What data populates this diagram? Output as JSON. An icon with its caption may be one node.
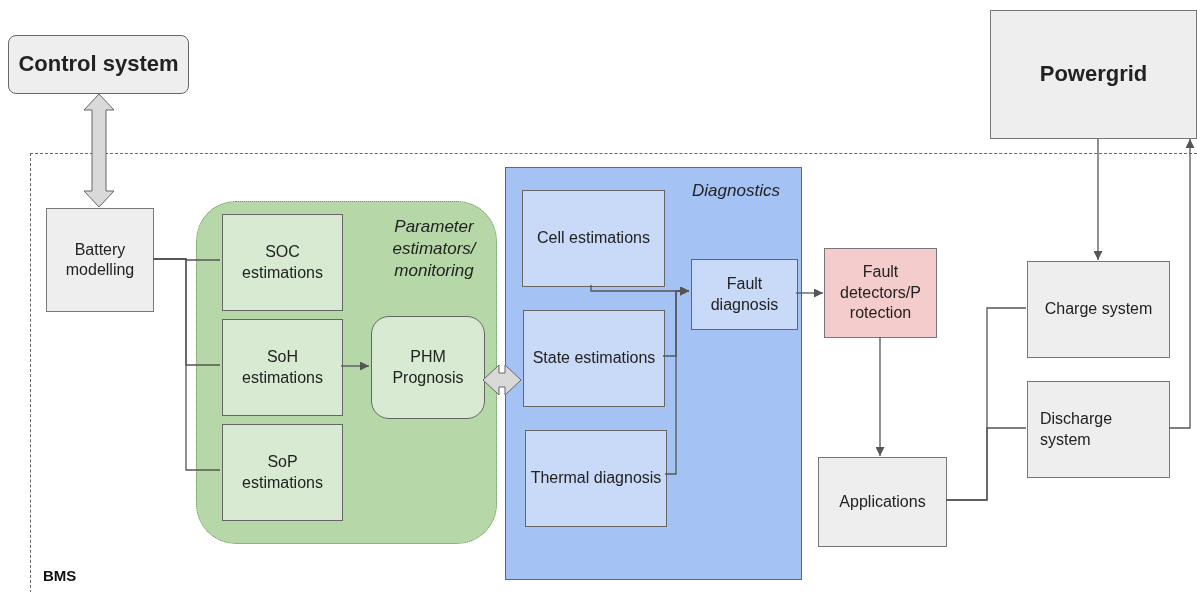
{
  "diagram": {
    "nodes": [
      {
        "text": [
          "Control system"
        ]
      },
      {
        "text": [
          "Powergrid"
        ]
      },
      {
        "text": [
          "BMS"
        ]
      },
      {
        "text": [
          "Battery modelling"
        ],
        "in": 2
      },
      {
        "text": [
          "Parameter estimators/ monitoring"
        ],
        "in": 2
      },
      {
        "text": [
          "SOC estimations"
        ],
        "in": 4
      },
      {
        "text": [
          "SoH estimations"
        ],
        "in": 4
      },
      {
        "text": [
          "SoP estimations"
        ],
        "in": 4
      },
      {
        "text": [
          "PHM Prognosis"
        ],
        "in": 4
      },
      {
        "text": [
          "Diagnostics"
        ],
        "in": 2
      },
      {
        "text": [
          "Cell estimations"
        ],
        "in": 9
      },
      {
        "text": [
          "State estimations"
        ],
        "in": 9
      },
      {
        "text": [
          "Thermal diagnosis"
        ],
        "in": 9
      },
      {
        "text": [
          "Fault diagnosis"
        ],
        "in": 9
      },
      {
        "text": [
          "Fault detectors/P rotection"
        ],
        "in": 2
      },
      {
        "text": [
          "Applications"
        ],
        "in": 2
      },
      {
        "text": [
          "Charge system"
        ],
        "in": 2
      },
      {
        "text": [
          "Discharge system"
        ],
        "in": 2
      }
    ],
    "edges": [
      {
        "from": 0,
        "to": 3,
        "arrow": "both",
        "style": "thick"
      },
      {
        "from": 3,
        "to": 5,
        "arrow": "none"
      },
      {
        "from": 3,
        "to": 6,
        "arrow": "none"
      },
      {
        "from": 3,
        "to": 7,
        "arrow": "none"
      },
      {
        "from": 6,
        "to": 8,
        "arrow": "to"
      },
      {
        "from": 8,
        "to": 11,
        "arrow": "both",
        "style": "thick"
      },
      {
        "from": 10,
        "to": 13,
        "arrow": "to"
      },
      {
        "from": 11,
        "to": 13,
        "arrow": "to"
      },
      {
        "from": 12,
        "to": 13,
        "arrow": "to"
      },
      {
        "from": 13,
        "to": 14,
        "arrow": "to"
      },
      {
        "from": 14,
        "to": 15,
        "arrow": "to"
      },
      {
        "from": 1,
        "to": 16,
        "arrow": "to"
      },
      {
        "from": 15,
        "to": 16,
        "arrow": "none"
      },
      {
        "from": 15,
        "to": 17,
        "arrow": "none"
      },
      {
        "from": 17,
        "to": 1,
        "arrow": "to"
      }
    ]
  }
}
